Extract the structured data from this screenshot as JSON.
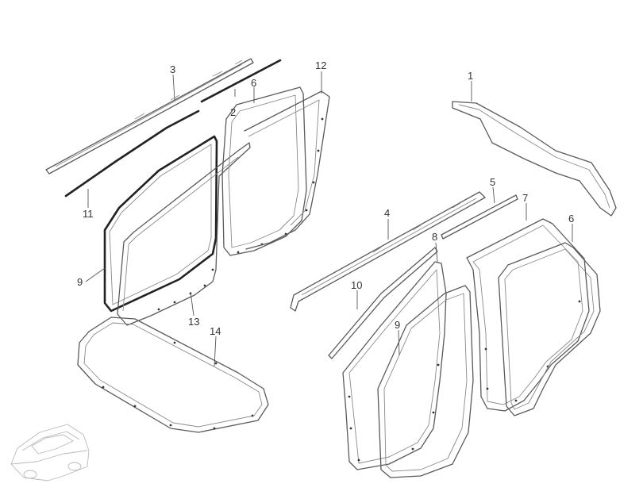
{
  "callouts": [
    {
      "id": "1",
      "label": "1"
    },
    {
      "id": "2",
      "label": "2"
    },
    {
      "id": "3",
      "label": "3"
    },
    {
      "id": "4",
      "label": "4"
    },
    {
      "id": "5",
      "label": "5"
    },
    {
      "id": "6a",
      "label": "6"
    },
    {
      "id": "6b",
      "label": "6"
    },
    {
      "id": "7",
      "label": "7"
    },
    {
      "id": "8",
      "label": "8"
    },
    {
      "id": "9a",
      "label": "9"
    },
    {
      "id": "9b",
      "label": "9"
    },
    {
      "id": "10",
      "label": "10"
    },
    {
      "id": "11",
      "label": "11"
    },
    {
      "id": "12",
      "label": "12"
    },
    {
      "id": "13",
      "label": "13"
    },
    {
      "id": "14",
      "label": "14"
    }
  ]
}
